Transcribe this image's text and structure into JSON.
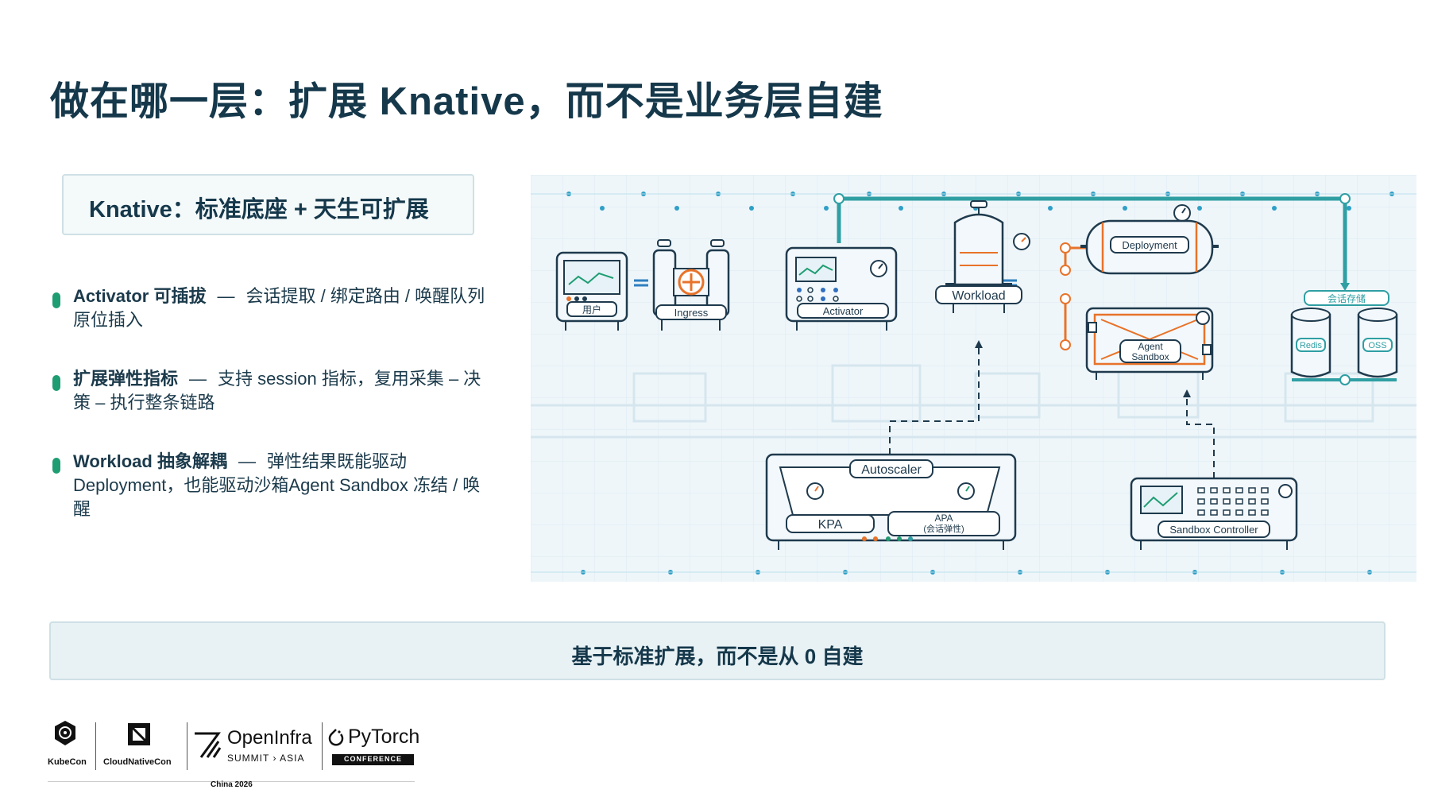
{
  "title": "做在哪一层：扩展 Knative，而不是业务层自建",
  "subtitle": "Knative：标准底座 + 天生可扩展",
  "bullets": [
    {
      "head": "Activator 可插拔",
      "dash": "—",
      "body": "会话提取 / 绑定路由 / 唤醒队列原位插入"
    },
    {
      "head": "扩展弹性指标",
      "dash": "—",
      "body": "支持 session 指标，复用采集 – 决策 – 执行整条链路"
    },
    {
      "head": "Workload 抽象解耦",
      "dash": "—",
      "body": "弹性结果既能驱动 Deployment，也能驱动沙箱Agent Sandbox 冻结 / 唤醒"
    }
  ],
  "diagram": {
    "user": "用户",
    "ingress": "Ingress",
    "activator": "Activator",
    "workload": "Workload",
    "deployment": "Deployment",
    "agent_sandbox_line1": "Agent",
    "agent_sandbox_line2": "Sandbox",
    "session_storage": "会话存储",
    "redis": "Redis",
    "oss": "OSS",
    "autoscaler": "Autoscaler",
    "kpa": "KPA",
    "apa_line1": "APA",
    "apa_line2": "(会话弹性)",
    "sandbox_controller": "Sandbox Controller"
  },
  "banner": "基于标准扩展，而不是从 0 自建",
  "logos": {
    "kubecon": "KubeCon",
    "cloudnativecon": "CloudNativeCon",
    "openinfra": "OpenInfra",
    "summit_asia": "SUMMIT › ASIA",
    "pytorch": "PyTorch",
    "conference": "CONFERENCE",
    "year": "China 2026"
  },
  "colors": {
    "accent": "#1f9d72",
    "navy": "#15384b",
    "orange": "#e8732a",
    "teal": "#2f9fa3"
  }
}
